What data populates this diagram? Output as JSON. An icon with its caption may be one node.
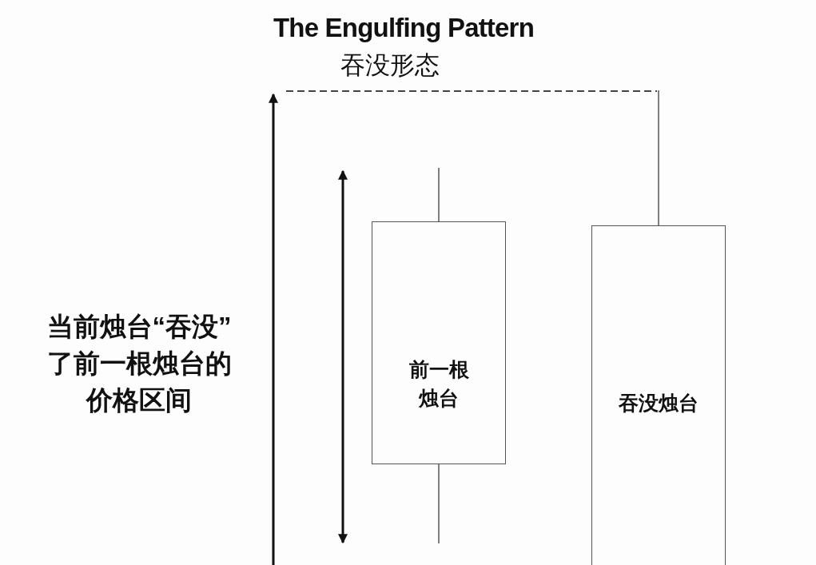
{
  "diagram": {
    "title": "The Engulfing Pattern",
    "nodes": [
      {
        "text": [
          "前一根烛台"
        ]
      },
      {
        "text": [
          "吞没烛台"
        ]
      }
    ],
    "labels": [
      "吞没形态",
      "当前烛台“吞没”了前一根烛台的价格区间"
    ]
  }
}
